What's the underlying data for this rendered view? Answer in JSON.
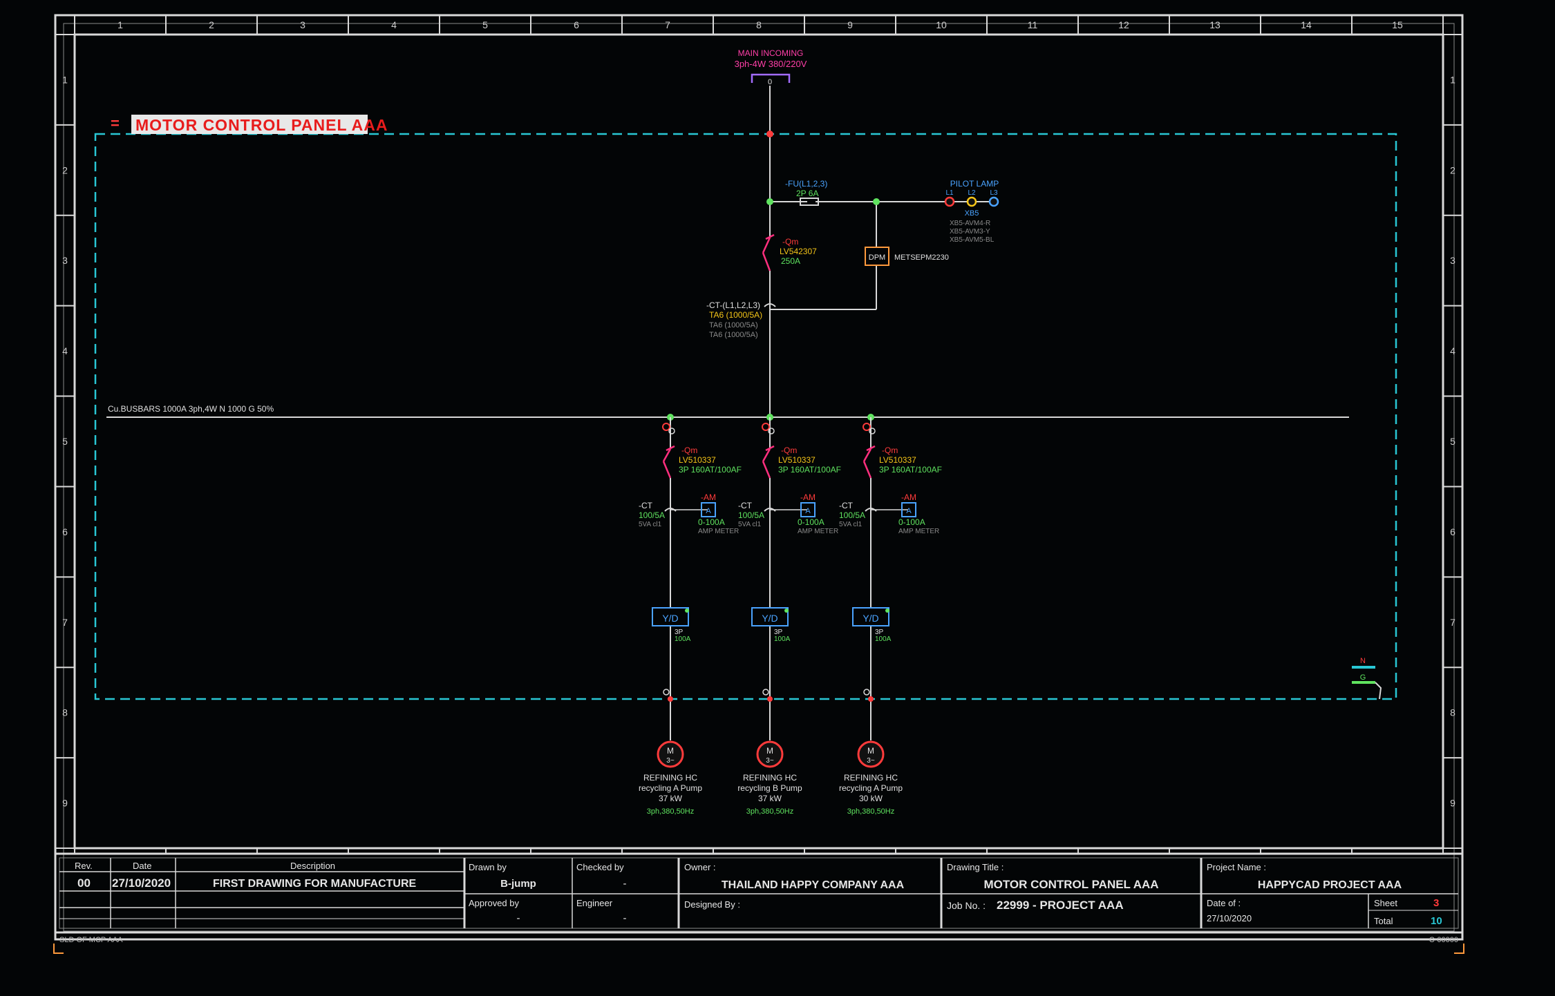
{
  "colors": {
    "background": "#030506",
    "frame": "#d9d9d9",
    "panel_boundary": "#29c7d4",
    "wire": "#d9d9d9",
    "breaker": "#ff2f7e",
    "tag_red": "#ff3b3b",
    "rating_yellow": "#f5c518",
    "text_green": "#5fe35f",
    "text_grey": "#9a9a9a",
    "blue": "#4aa3ff",
    "orange": "#ff9a3c",
    "magenta": "#ff3fa8",
    "title_bg": "#ff3c3c"
  },
  "frame": {
    "columns": [
      "1",
      "2",
      "3",
      "4",
      "5",
      "6",
      "7",
      "8",
      "9",
      "10",
      "11",
      "12",
      "13",
      "14",
      "15"
    ],
    "rows": [
      "1",
      "2",
      "3",
      "4",
      "5",
      "6",
      "7",
      "8",
      "9"
    ]
  },
  "incoming": {
    "title": "MAIN INCOMING",
    "spec": "3ph-4W 380/220V",
    "terminal": "0"
  },
  "panel_title": "MOTOR CONTROL PANEL AAA",
  "panel_marker": "=",
  "fuse": {
    "tag": "-FU(L1,2,3)",
    "rating": "2P 6A"
  },
  "pilot_lamp": {
    "title": "PILOT LAMP",
    "phases": [
      "L1",
      "L2",
      "L3"
    ],
    "model": "XB5",
    "notes": [
      "XB5-AVM4-R",
      "XB5-AVM3-Y",
      "XB5-AVM5-BL"
    ]
  },
  "main_breaker": {
    "tag": "-Qm",
    "model": "LV542307",
    "rating": "250A"
  },
  "meter": {
    "label": "DPM",
    "model": "METSEPM2230"
  },
  "ct": {
    "tag": "-CT-(L1,L2,L3)",
    "rating": "TA6 (1000/5A)",
    "notes": [
      "TA6 (1000/5A)",
      "TA6 (1000/5A)"
    ]
  },
  "busbar": {
    "label": "Cu.BUSBARS 1000A 3ph,4W N 1000 G 50%"
  },
  "feeders": [
    {
      "breaker_tag": "-Qm",
      "breaker_model": "LV510337",
      "breaker_rating": "3P 160AT/100AF",
      "ct_tag": "-CT",
      "ct_rating": "100/5A",
      "ct_note": "5VA cl1",
      "ammeter_tag": "-AM",
      "ammeter_range": "0-100A",
      "ammeter_type": "AMP METER",
      "starter": "Y/D",
      "starter_note": "3P",
      "starter_note2": "100A",
      "motor_label": "M",
      "motor_sub": "3~",
      "motor_name": "REFINING HC",
      "motor_desc": "recycling A Pump",
      "motor_power": "37 kW",
      "motor_spec": "3ph,380,50Hz"
    },
    {
      "breaker_tag": "-Qm",
      "breaker_model": "LV510337",
      "breaker_rating": "3P 160AT/100AF",
      "ct_tag": "-CT",
      "ct_rating": "100/5A",
      "ct_note": "5VA cl1",
      "ammeter_tag": "-AM",
      "ammeter_range": "0-100A",
      "ammeter_type": "AMP METER",
      "starter": "Y/D",
      "starter_note": "3P",
      "starter_note2": "100A",
      "motor_label": "M",
      "motor_sub": "3~",
      "motor_name": "REFINING HC",
      "motor_desc": "recycling B Pump",
      "motor_power": "37 kW",
      "motor_spec": "3ph,380,50Hz"
    },
    {
      "breaker_tag": "-Qm",
      "breaker_model": "LV510337",
      "breaker_rating": "3P 160AT/100AF",
      "ct_tag": "-CT",
      "ct_rating": "100/5A",
      "ct_note": "5VA cl1",
      "ammeter_tag": "-AM",
      "ammeter_range": "0-100A",
      "ammeter_type": "AMP METER",
      "starter": "Y/D",
      "starter_note": "3P",
      "starter_note2": "100A",
      "motor_label": "M",
      "motor_sub": "3~",
      "motor_name": "REFINING HC",
      "motor_desc": "recycling A Pump",
      "motor_power": "30 kW",
      "motor_spec": "3ph,380,50Hz"
    }
  ],
  "ground_symbol": {
    "top": "N",
    "bottom": "G"
  },
  "title_block": {
    "rev_header": "Rev.",
    "date_header": "Date",
    "desc_header": "Description",
    "rev": "00",
    "date": "27/10/2020",
    "description": "FIRST DRAWING FOR MANUFACTURE",
    "drawn_label": "Drawn by",
    "drawn_value": "B-jump",
    "checked_label": "Checked by",
    "checked_value": "-",
    "approved_label": "Approved by",
    "approved_value": "-",
    "engineer_label": "Engineer",
    "engineer_value": "-",
    "owner_label": "Owner :",
    "owner_value": "THAILAND HAPPY COMPANY AAA",
    "designed_label": "Designed By :",
    "designed_value": "",
    "drawing_title_label": "Drawing Title :",
    "drawing_title_value": "MOTOR CONTROL PANEL AAA",
    "job_label": "Job No. :",
    "job_value": "22999 - PROJECT AAA",
    "project_label": "Project Name :",
    "project_value": "HAPPYCAD PROJECT AAA",
    "sheet_label": "Sheet",
    "sheet_value": "3",
    "total_label": "Total",
    "total_value": "10",
    "date_label": "Date of :",
    "date_value": "27/10/2020",
    "footer_left": "SLD OF MCP AAA",
    "footer_right": "C-00000"
  }
}
